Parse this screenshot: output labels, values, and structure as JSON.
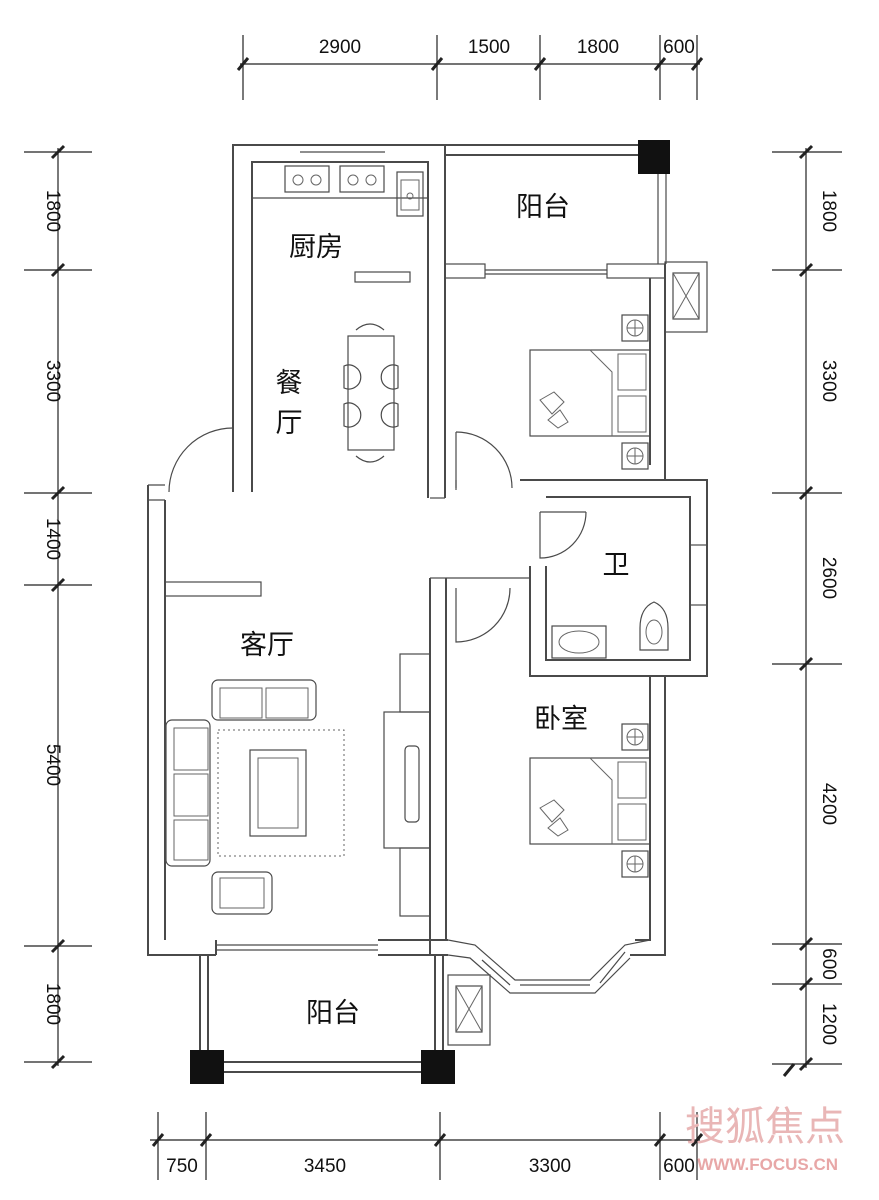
{
  "rooms": {
    "kitchen": "厨房",
    "dining_1": "餐",
    "dining_2": "厅",
    "balcony_top": "阳台",
    "bathroom": "卫",
    "living": "客厅",
    "bedroom": "卧室",
    "balcony_bottom": "阳台"
  },
  "dimensions": {
    "top": [
      "2900",
      "1500",
      "1800",
      "600"
    ],
    "bottom": [
      "750",
      "3450",
      "3300",
      "600"
    ],
    "left": [
      "1800",
      "3300",
      "1400",
      "5400",
      "1800"
    ],
    "right": [
      "1800",
      "3300",
      "2600",
      "4200",
      "600",
      "1200"
    ]
  },
  "watermark": {
    "logo": "搜狐焦点",
    "url": "WWW.FOCUS.CN",
    "color": "#e06a6a"
  }
}
